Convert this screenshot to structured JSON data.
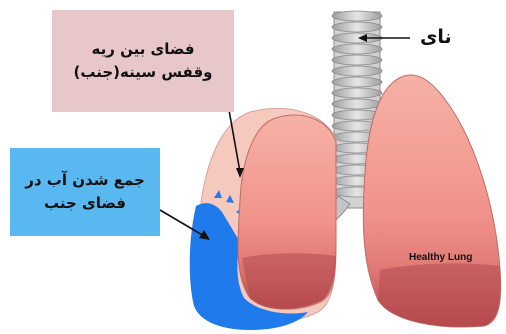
{
  "labels": {
    "pleural_space": [
      "فضای بین ریه",
      "وقفس سینه(جنب)"
    ],
    "effusion": [
      "جمع شدن آب در",
      "فضای  جنب"
    ],
    "trachea": "نای",
    "healthy_lung": "Healthy Lung"
  },
  "colors": {
    "lung_pink": "#f09a8f",
    "lung_dark": "#b84a4c",
    "fluid_blue": "#1f7bec",
    "pleural_box": "#e8c7ca",
    "effusion_box": "#58b8ef",
    "trachea_gray": "#c9c9c9"
  }
}
